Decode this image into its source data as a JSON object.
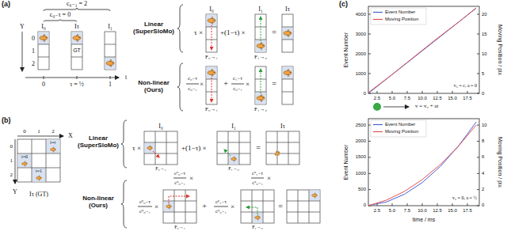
{
  "diagram": {
    "labels": [
      "(a)",
      "c₀₋₁ = 2",
      "c₀₋τ = 0",
      "I₀",
      "Iτ",
      "I₁",
      "Y",
      "0",
      "1",
      "2",
      "GT",
      "0",
      "τ = ½",
      "1",
      "t",
      "Linear (SuperSloMo)",
      "Non-linear (Ours)",
      "τ ×",
      "I₀",
      "+(1−τ) ×",
      "I₁",
      "=",
      "Iτ",
      "F₀→₁",
      "F₁→₀",
      "c₀₋τ",
      "c₀₋₁",
      "×",
      "+",
      "c₁₋τ",
      "c₀₋₁",
      "×",
      "=",
      "F₀→₁",
      "F₁→₀",
      "(b)",
      "0",
      "1",
      "2",
      "X",
      "0",
      "1",
      "2",
      "Y",
      "t=0",
      "t=τ",
      "t=1",
      "Iτ (GT)",
      "Linear (SuperSloMo)",
      "Non-linear (Ours)",
      "τ ×",
      "I₀",
      "+(1−τ) ×",
      "I₁",
      "=",
      "Iτ",
      "F₀→₁",
      "F₁→₀",
      "cʸ₀₋τ",
      "cʸ₀₋₁",
      "×",
      "cˣ₀₋τ",
      "cˣ₀₋₁",
      "×",
      "+",
      "cʸ₁₋τ",
      "cʸ₀₋₁",
      "×",
      "cˣ₁₋τ",
      "cˣ₀₋₁",
      "×",
      "=",
      "F₀→₁",
      "F₁→₀",
      "(c)",
      "Event Number",
      "Moving Position / pix",
      "0",
      "1000",
      "2000",
      "3000",
      "4000",
      "0",
      "5",
      "10",
      "15",
      "20",
      "2.5",
      "5.0",
      "7.5",
      "10.0",
      "12.5",
      "15.0",
      "17.5",
      "v₀ = c, a = 0",
      "v = v₀ + at",
      "Event Number",
      "Moving Position / pix",
      "0",
      "500",
      "1000",
      "1500",
      "2000",
      "2500",
      "0",
      "2",
      "4",
      "6",
      "8",
      "10",
      "2.5",
      "5.0",
      "7.5",
      "10.0",
      "12.5",
      "15.0",
      "17.5",
      "time / ms",
      "v₀ = 0, a = ½"
    ],
    "legend": [
      {
        "text": "Event Number"
      },
      {
        "text": "Moving Position"
      },
      {
        "text": "Event Number"
      },
      {
        "text": "Moving Position"
      }
    ]
  }
}
